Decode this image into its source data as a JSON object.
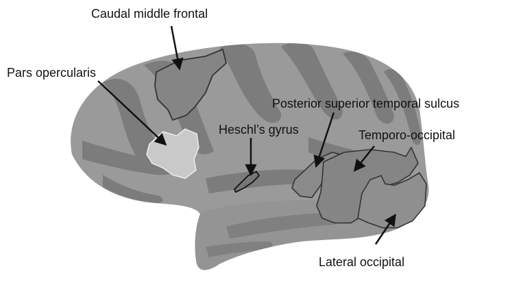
{
  "labels": {
    "caudal_middle_frontal": "Caudal middle frontal",
    "pars_opercularis": "Pars opercularis",
    "posterior_superior_temporal_sulcus": "Posterior superior temporal sulcus",
    "heschls_gyrus": "Heschl’s gyrus",
    "temporo_occipital": "Temporo-occipital",
    "lateral_occipital": "Lateral occipital"
  },
  "colors": {
    "gyrus": "#9a9a9a",
    "sulcus": "#7c7c7c",
    "highlight": "#c9c9c9",
    "outline": "#333333",
    "arrow": "#111111"
  }
}
